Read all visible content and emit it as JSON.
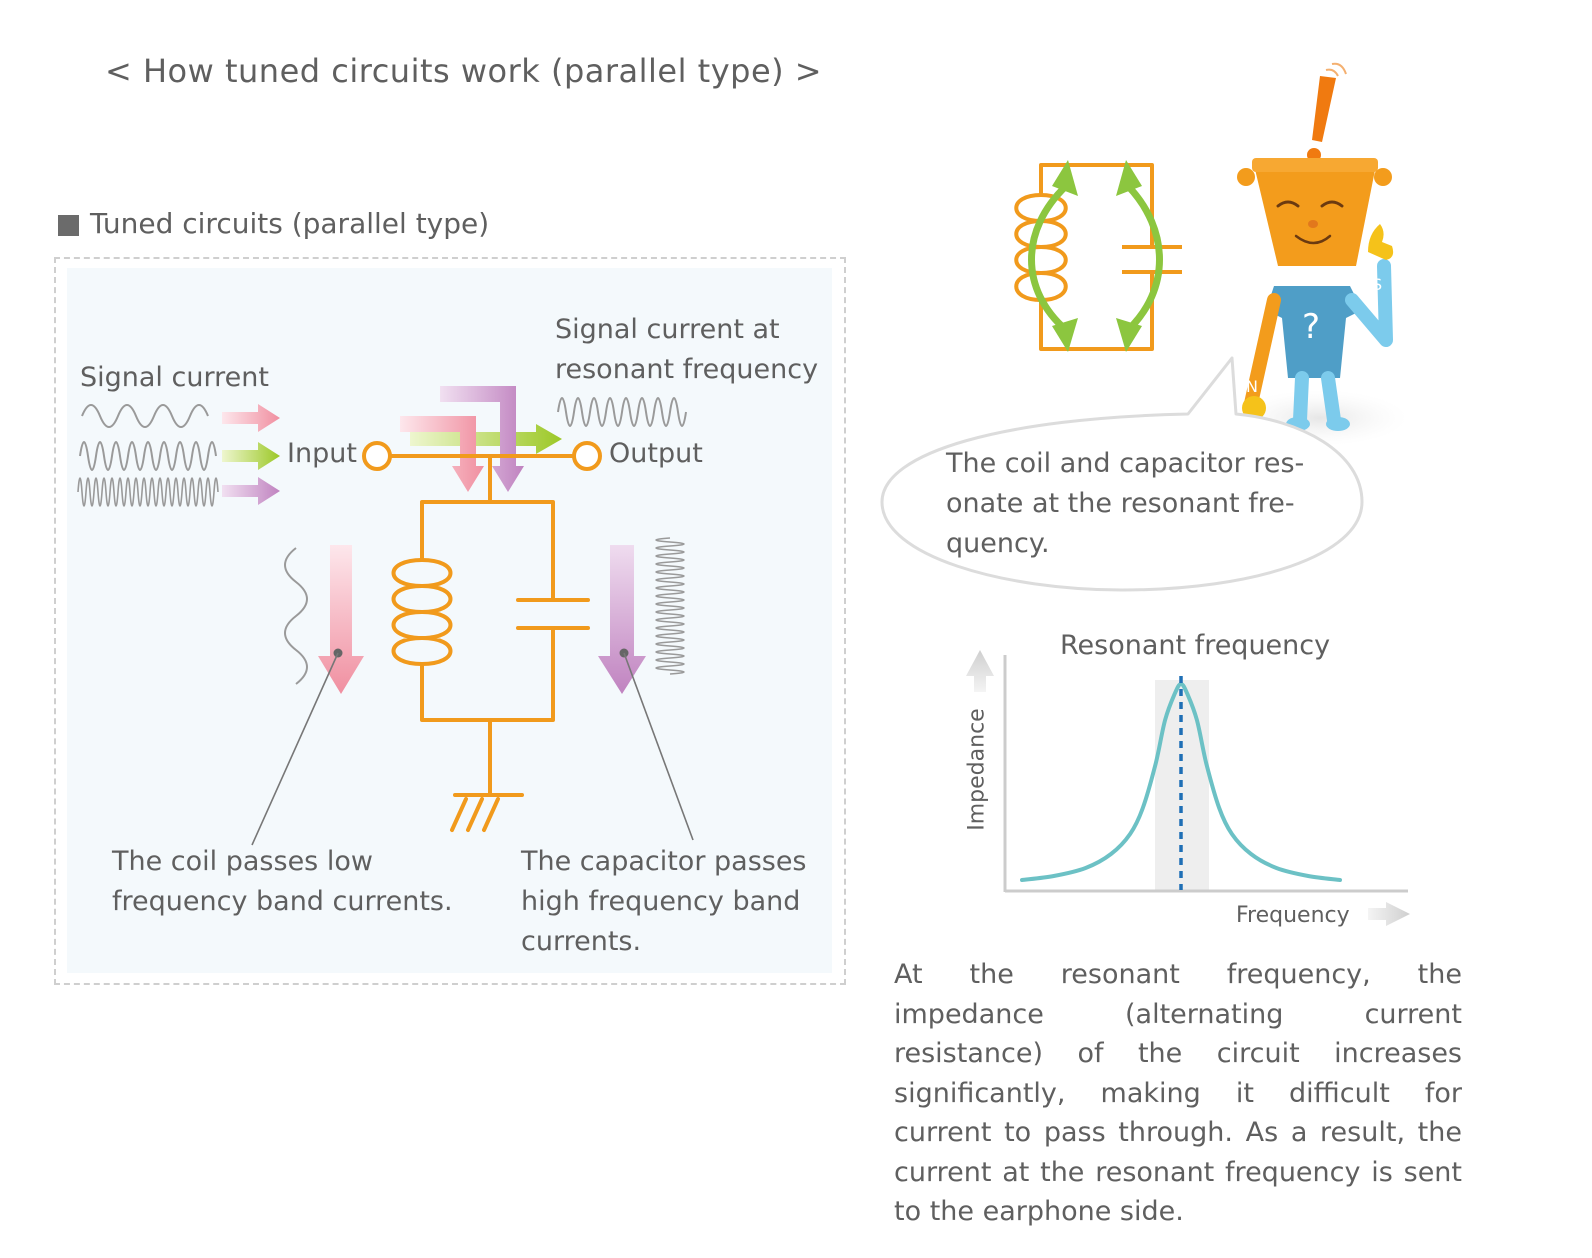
{
  "title": "< How tuned circuits work (parallel type) >",
  "section": {
    "title": "Tuned circuits (parallel type)"
  },
  "diagram": {
    "signal_current": "Signal current",
    "input": "Input",
    "output": "Output",
    "resonant_signal": "Signal current at resonant frequency",
    "coil_note": "The coil passes low frequency band currents.",
    "capacitor_note": "The capacitor passes high frequency band currents."
  },
  "speech_bubble": "The coil and capacitor res-onate at the resonant fre-quency.",
  "chart": {
    "title": "Resonant frequency",
    "x_label": "Frequency",
    "y_label": "Impedance"
  },
  "chart_data": {
    "type": "line",
    "title": "Resonant frequency",
    "xlabel": "Frequency",
    "ylabel": "Impedance",
    "peak_x": 0.5,
    "x": [
      0.0,
      0.1,
      0.2,
      0.28,
      0.34,
      0.38,
      0.42,
      0.45,
      0.48,
      0.5,
      0.52,
      0.55,
      0.58,
      0.62,
      0.66,
      0.72,
      0.8,
      0.9,
      1.0
    ],
    "values": [
      0.02,
      0.04,
      0.08,
      0.15,
      0.25,
      0.38,
      0.6,
      0.82,
      0.95,
      1.0,
      0.95,
      0.82,
      0.6,
      0.38,
      0.25,
      0.15,
      0.08,
      0.04,
      0.02
    ],
    "ylim": [
      0,
      1.1
    ],
    "grid": false
  },
  "description": "At the resonant frequency, the impedance (alternating current resistance) of the circuit increases significantly, making it difficult for current to pass through. As a result, the current at the resonant frequency is sent to the earphone side.",
  "colors": {
    "circuit": "#f19a1c",
    "pink_arrow": "#f08fa0",
    "green_arrow": "#9cc827",
    "purple_arrow": "#c083c0",
    "wave": "#9a9a9a",
    "curve": "#6cc1c5",
    "peak_line": "#1f6fb5",
    "character": "#f29a16"
  }
}
